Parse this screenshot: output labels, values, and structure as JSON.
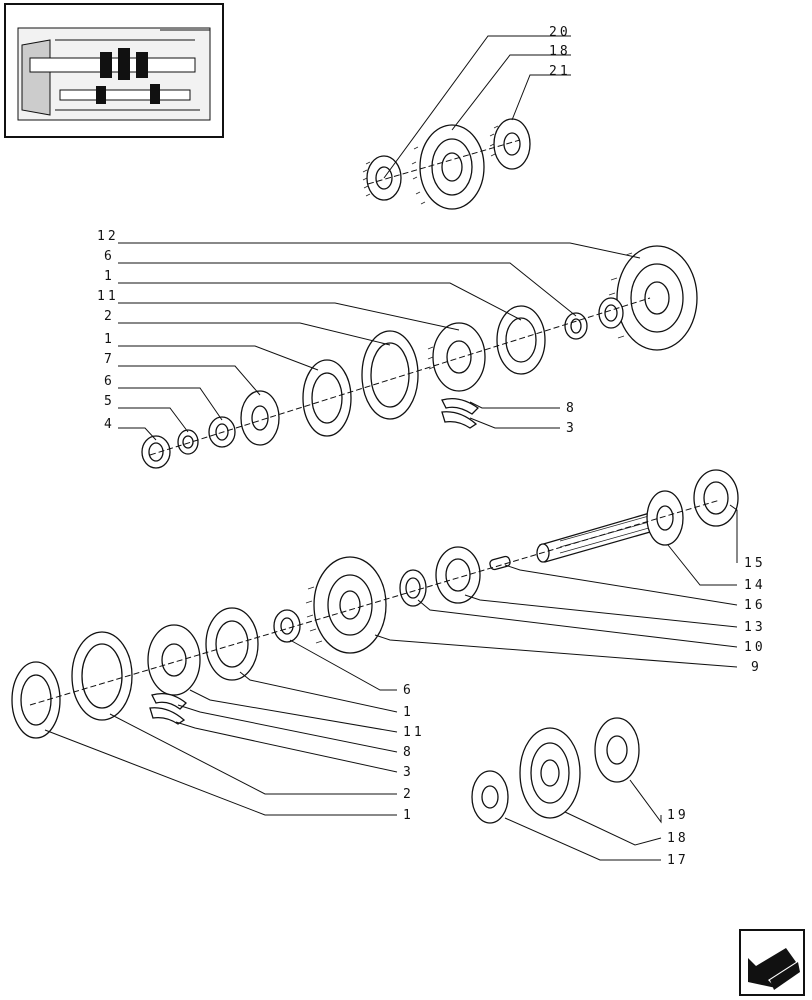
{
  "diagram": {
    "kind": "exploded parts view",
    "part_callouts": {
      "top_cluster": [
        "20",
        "18",
        "21"
      ],
      "left_column_upper": [
        "12",
        "6",
        "1",
        "11",
        "2",
        "1",
        "7",
        "6",
        "5",
        "4"
      ],
      "right_callouts_upper": [
        "8",
        "3"
      ],
      "right_column_lower": [
        "15",
        "14",
        "16",
        "13",
        "10",
        "9",
        "6",
        "1",
        "11",
        "8",
        "3",
        "2",
        "1"
      ],
      "bottom_cluster": [
        "19",
        "18",
        "17"
      ]
    }
  },
  "icons": {
    "locator": "transmission-locator-icon",
    "next_page": "next-page-arrow-icon"
  }
}
